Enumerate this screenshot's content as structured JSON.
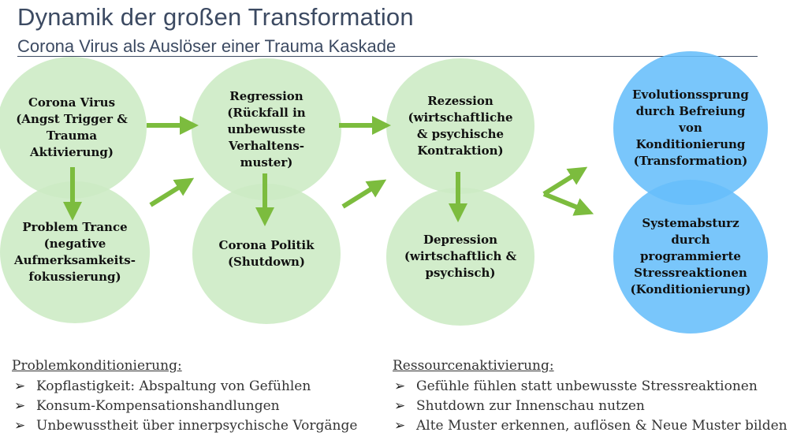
{
  "header": {
    "title": "Dynamik der großen Transformation",
    "subtitle": "Corona Virus als Auslöser einer Trauma Kaskade"
  },
  "circles": {
    "corona_virus": "Corona Virus\n(Angst Trigger &\nTrauma\nAktivierung)",
    "problem_trance": "Problem Trance\n(negative\nAufmerksamkeits-\nfokussierung)",
    "regression": "Regression\n(Rückfall in\nunbewusste\nVerhaltens-\nmuster)",
    "corona_politik": "Corona Politik\n(Shutdown)",
    "rezession": "Rezession\n(wirtschaftliche\n& psychische\nKontraktion)",
    "depression": "Depression\n(wirtschaftlich &\npsychisch)",
    "evolutionssprung": "Evolutionssprung\ndurch Befreiung\nvon\nKonditionierung\n(Transformation)",
    "systemabsturz": "Systemabsturz\ndurch\nprogrammierte\nStressreaktionen\n(Konditionierung)"
  },
  "colors": {
    "green_circle": "#cceac4",
    "blue_circle": "#66befa",
    "arrow": "#7cbc3e",
    "text_dark": "#3c4a62"
  },
  "icons": {
    "bullet": "➢"
  },
  "problem": {
    "heading": "Problemkonditionierung:",
    "items": [
      "Kopflastigkeit: Abspaltung von Gefühlen",
      "Konsum-Kompensationshandlungen",
      "Unbewusstheit über innerpsychische Vorgänge"
    ]
  },
  "resource": {
    "heading": "Ressourcenaktivierung:",
    "items": [
      "Gefühle fühlen statt unbewusste Stressreaktionen",
      "Shutdown zur Innenschau nutzen",
      "Alte Muster erkennen, auflösen & Neue Muster bilden"
    ]
  }
}
